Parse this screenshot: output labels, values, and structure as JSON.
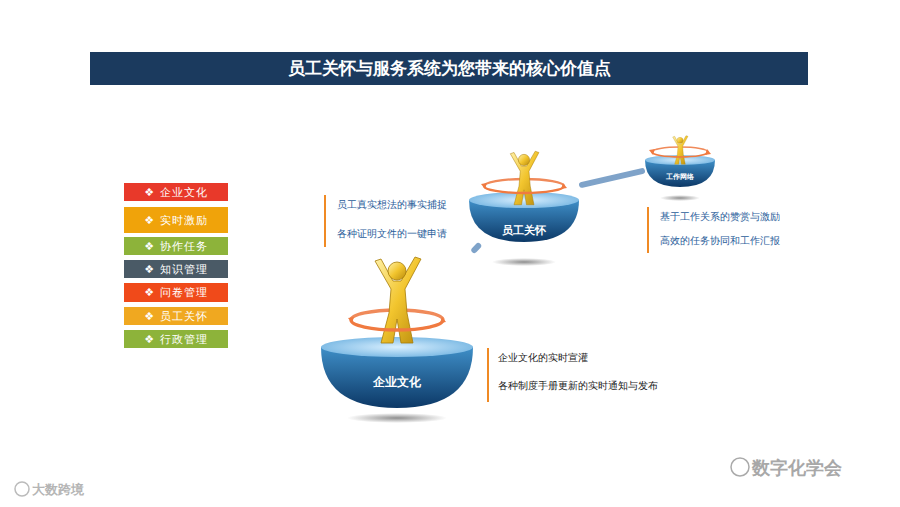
{
  "diagram": {
    "title": "员工关怀与服务系统为您带来的核心价值点",
    "nodes": [
      {
        "text": [
          "❖ 企业文化"
        ]
      },
      {
        "text": [
          "❖ 实时激励"
        ]
      },
      {
        "text": [
          "❖ 协作任务"
        ]
      },
      {
        "text": [
          "❖ 知识管理"
        ]
      },
      {
        "text": [
          "❖ 问卷管理"
        ]
      },
      {
        "text": [
          "❖ 员工关怀"
        ]
      },
      {
        "text": [
          "❖ 行政管理"
        ]
      },
      {
        "text": [
          "企业文化"
        ]
      },
      {
        "text": [
          "员工关怀"
        ]
      },
      {
        "text": [
          "工作网络"
        ]
      }
    ],
    "edges": [
      {
        "from": 7,
        "to": 8,
        "arrow": "none"
      },
      {
        "from": 8,
        "to": 9,
        "arrow": "none"
      }
    ],
    "labels": [
      "员工真实想法的事实捕捉",
      "各种证明文件的一键申请",
      "基于工作关系的赞赏与激励",
      "高效的任务协同和工作汇报",
      "企业文化的实时宣灌",
      "各种制度手册更新的实时通知与发布",
      "大数跨境",
      "数字化学会"
    ]
  }
}
